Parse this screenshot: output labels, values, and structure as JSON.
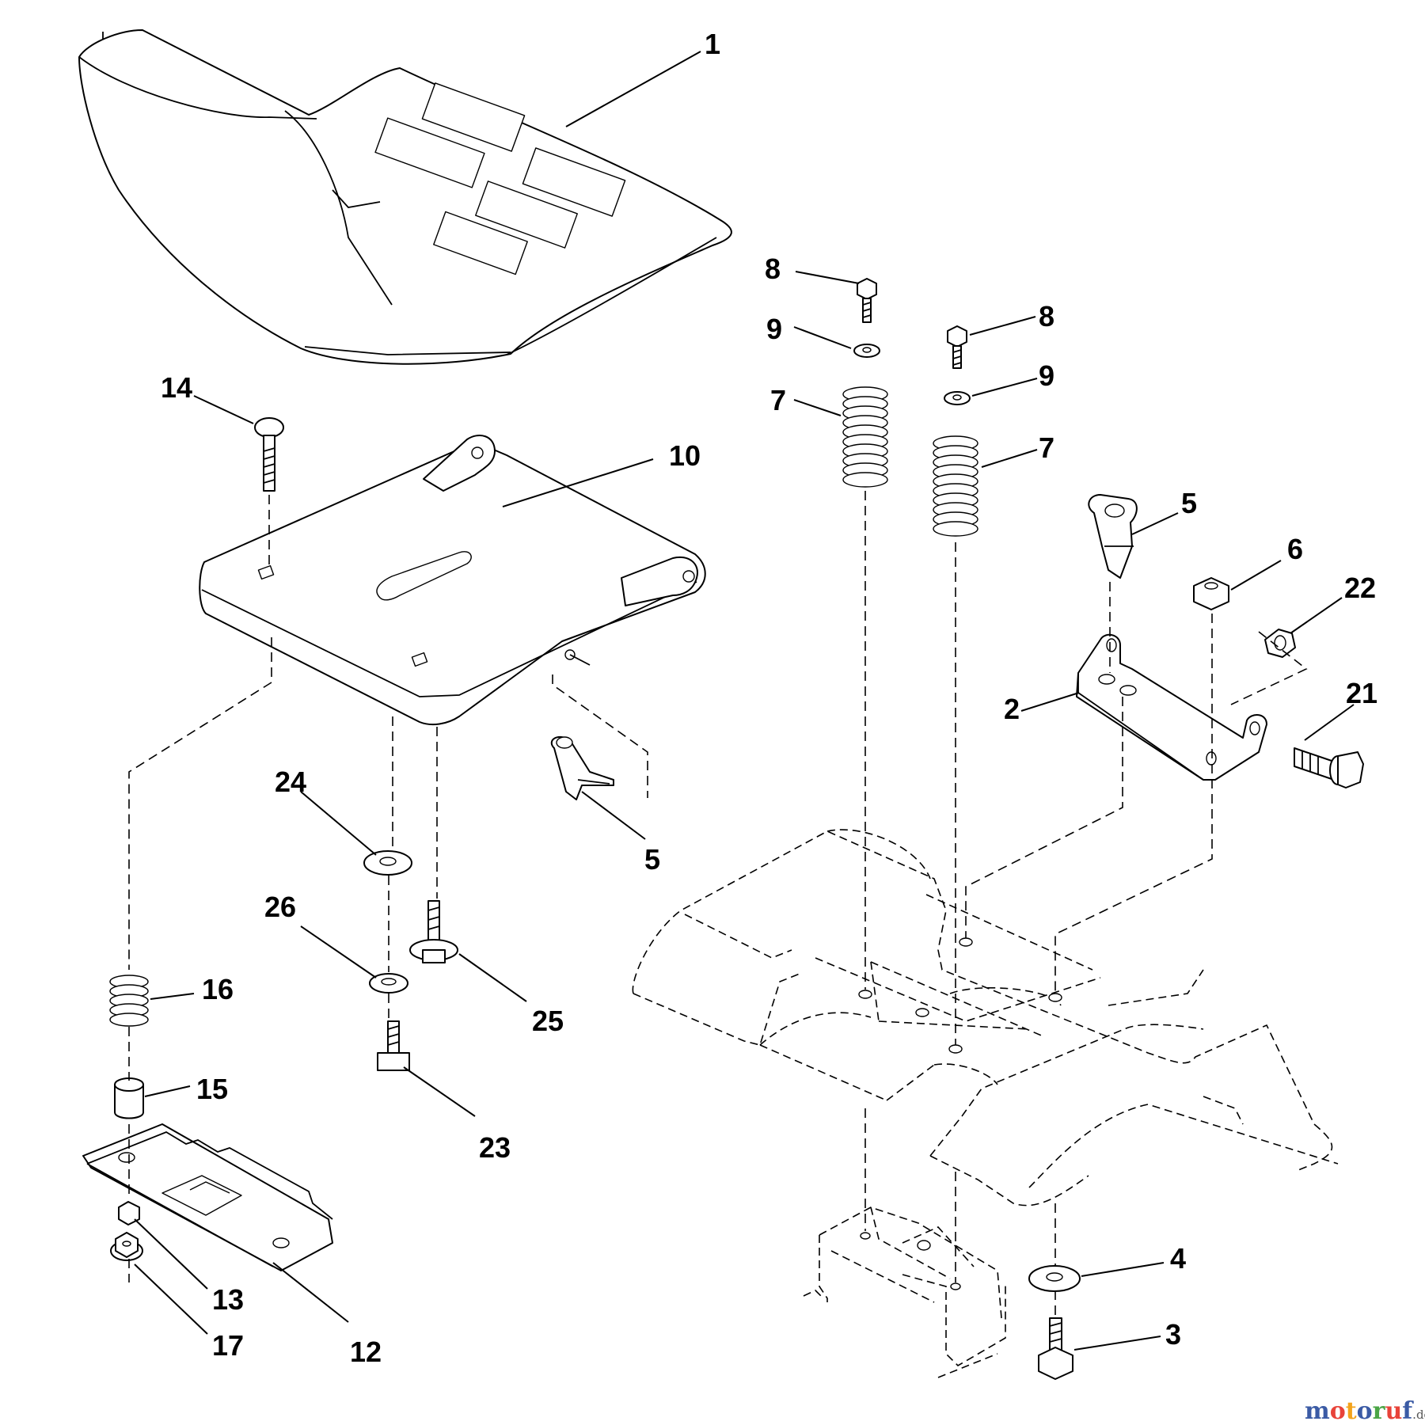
{
  "callouts": {
    "seat": "1",
    "bracket": "2",
    "bolt_bottom": "3",
    "washer_bottom": "4",
    "clip_left": "5",
    "clip_right": "5",
    "nut_6": "6",
    "spring_7_left": "7",
    "spring_7_right": "7",
    "bolt_8_left": "8",
    "bolt_8_right": "8",
    "washer_9_left": "9",
    "washer_9_right": "9",
    "seat_pan": "10",
    "slide_plate": "12",
    "nut_13": "13",
    "carriage_bolt": "14",
    "spacer": "15",
    "spring_16": "16",
    "flange_nut": "17",
    "shoulder_bolt": "21",
    "nut_22": "22",
    "screw_23": "23",
    "washer_24": "24",
    "bolt_25": "25",
    "lock_washer_26": "26"
  },
  "watermark": {
    "letters": [
      "m",
      "o",
      "t",
      "o",
      "r",
      "u",
      "f"
    ],
    "suffix": ".de",
    "colors": [
      "#3b5ba5",
      "#e8433a",
      "#f3a31b",
      "#3b5ba5",
      "#4aa546",
      "#e8433a",
      "#3b5ba5"
    ]
  }
}
